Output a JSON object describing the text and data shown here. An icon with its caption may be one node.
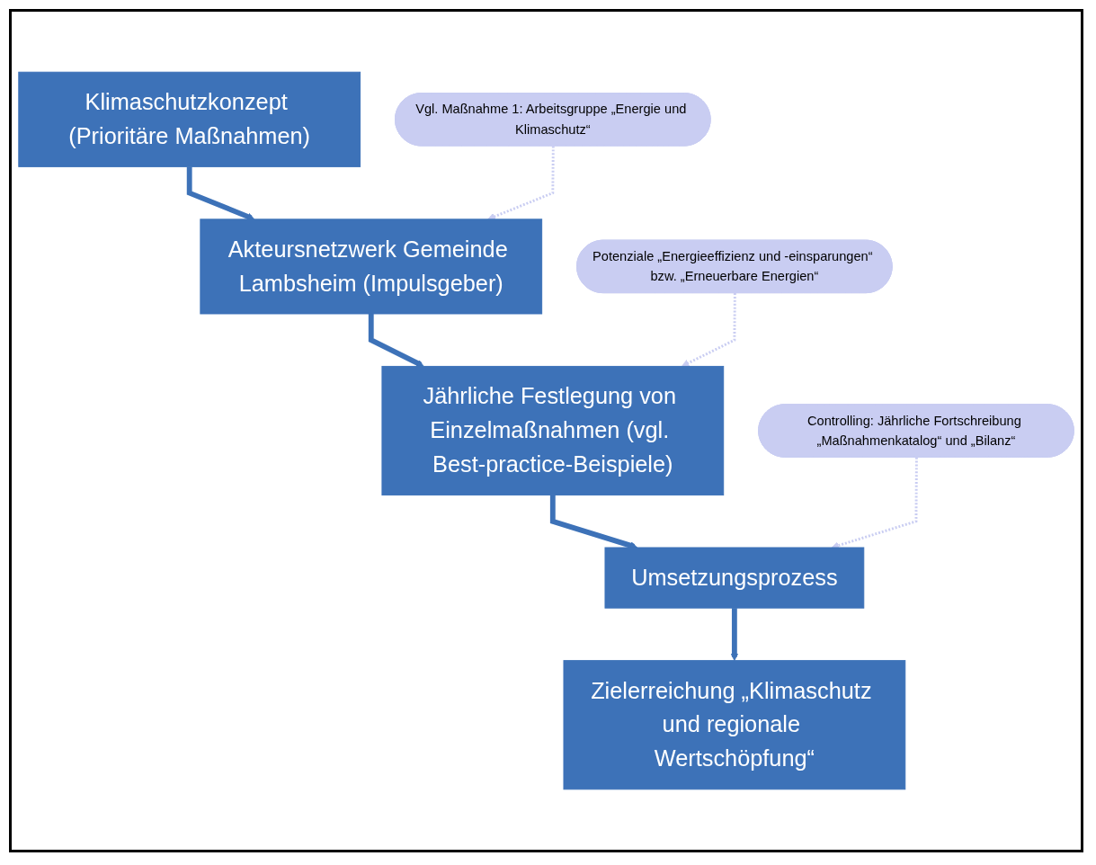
{
  "diagram": {
    "nodes": [
      {
        "text": [
          "Klimaschutzkonzept (Prioritäre Maßnahmen)"
        ]
      },
      {
        "text": [
          "Vgl. Maßnahme 1: Arbeitsgruppe „Energie und Klimaschutz“"
        ]
      },
      {
        "text": [
          "Akteursnetzwerk Gemeinde Lambsheim (Impulsgeber)"
        ]
      },
      {
        "text": [
          "Potenziale „Energieeffizienz und -einsparungen“ bzw. „Erneuerbare Energien“"
        ]
      },
      {
        "text": [
          "Jährliche Festlegung von Einzelmaßnahmen (vgl. Best-practice-Beispiele)"
        ]
      },
      {
        "text": [
          "Controlling: Jährliche Fortschreibung „Maßnahmenkatalog“ und „Bilanz“"
        ]
      },
      {
        "text": [
          "Umsetzungsprozess"
        ]
      },
      {
        "text": [
          "Zielerreichung „Klimaschutz und regionale Wertschöpfung“"
        ]
      }
    ],
    "edges": [
      {
        "from": 0,
        "to": 2,
        "arrow": "to"
      },
      {
        "from": 1,
        "to": 2,
        "arrow": "to",
        "style": "dashed",
        "color": "#c9cdf2"
      },
      {
        "from": 2,
        "to": 4,
        "arrow": "to"
      },
      {
        "from": 3,
        "to": 4,
        "arrow": "to",
        "style": "dashed",
        "color": "#c9cdf2"
      },
      {
        "from": 4,
        "to": 6,
        "arrow": "to"
      },
      {
        "from": 5,
        "to": 6,
        "arrow": "to",
        "style": "dashed",
        "color": "#c9cdf2"
      },
      {
        "from": 6,
        "to": 7,
        "arrow": "to"
      }
    ]
  }
}
